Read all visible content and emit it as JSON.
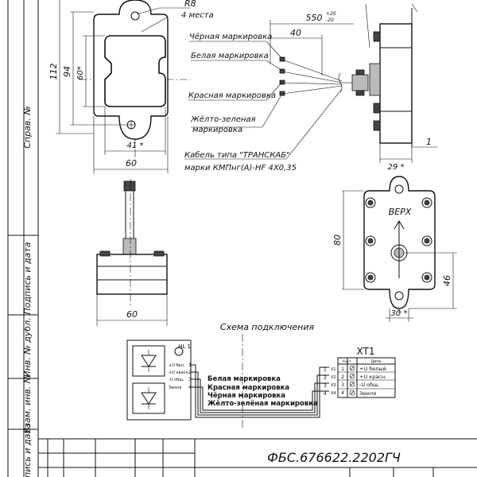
{
  "dimensions": {
    "r8": "R8",
    "holes4": "4 места",
    "d550": "550",
    "d550_tol_top": "+20",
    "d550_tol_bot": "-20",
    "d40": "40",
    "d112": "112",
    "d94": "94",
    "d60v": "60*",
    "d41": "41 *",
    "d60a": "60",
    "d1": "1",
    "d29": "29 *",
    "d80": "80",
    "d46": "46",
    "d30": "30 *",
    "d60b": "60"
  },
  "wires": {
    "black": "Чёрная маркировка",
    "white": "Белая маркировка",
    "red": "Красная маркировка",
    "yg_line1": "Жёлто-зеленая",
    "yg_line2": "маркировка",
    "cable_line1": "Кабель типа \"ТРАНСКАБ\"",
    "cable_line2": "марки КМПнг(А)-HF 4Х0,35"
  },
  "top_label": "ВЕРХ",
  "schema": {
    "title": "Схема подключения",
    "hl1": "HL 1",
    "pins": [
      {
        "label": "+U бел.",
        "num": "1"
      },
      {
        "label": "+U красн.",
        "num": "2"
      },
      {
        "label": "-U общ.",
        "num": "3"
      },
      {
        "label": "Земля",
        "num": "4"
      }
    ],
    "wire_legend": [
      "Белая маркировка",
      "Красная маркировка",
      "Чёрная маркировка",
      "Жёлто-зелёная маркировка"
    ]
  },
  "terminal": {
    "title": "XT1",
    "col_contact": "Конт.",
    "col_circuit": "Цепь",
    "rows": [
      {
        "x": "Х1",
        "circuit": "+U белый",
        "num": "1"
      },
      {
        "x": "Х2",
        "circuit": "+U красн.",
        "num": "2"
      },
      {
        "x": "Х3",
        "circuit": "-U общ.",
        "num": "3"
      },
      {
        "x": "Х4",
        "circuit": "Земля",
        "num": "4"
      }
    ]
  },
  "side_stamps": [
    "Справ. №",
    "Подпись и дата",
    "Инв. № дубл.",
    "Взам. инв. №",
    "Подпись и дата"
  ],
  "doc_number": "ФБС.676622.2202ГЧ"
}
